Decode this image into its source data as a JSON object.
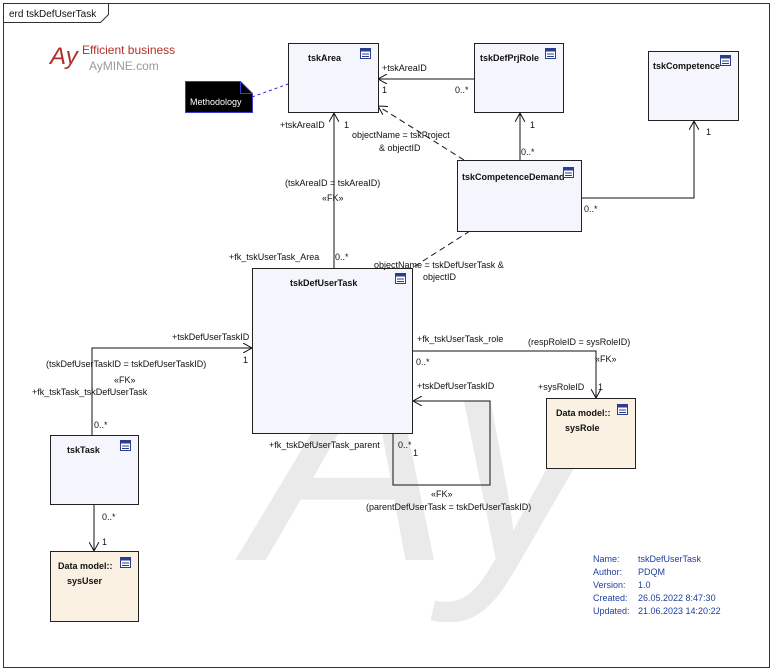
{
  "frame_title": "erd tskDefUserTask",
  "logo": {
    "mark": "Ay",
    "tagline": "Efficient business",
    "site": "AyMINE.com"
  },
  "watermark": "Ay",
  "note": {
    "label": "Methodology"
  },
  "entities": {
    "tskArea": "tskArea",
    "tskDefPrjRole": "tskDefPrjRole",
    "tskCompetence": "tskCompetence",
    "tskCompetenceDemand": "tskCompetenceDemand",
    "tskDefUserTask": "tskDefUserTask",
    "tskTask": "tskTask",
    "sysRole": {
      "line1": "Data model::",
      "line2": "sysRole"
    },
    "sysUser": {
      "line1": "Data model::",
      "line2": "sysUser"
    }
  },
  "labels": {
    "area_role_id": "+tskAreaID",
    "area_role_mult_1": "1",
    "area_role_mult_many": "0..*",
    "area_fk_role": "+tskAreaID",
    "area_fk_mult_1": "1",
    "obj_project_1": "objectName = tskProject",
    "obj_project_2": "& objectID",
    "area_cond": "(tskAreaID = tskAreaID)",
    "area_fk": "«FK»",
    "fk_area": "+fk_tskUserTask_Area",
    "fk_area_mult": "0..*",
    "prjrole_mult_1": "1",
    "prjrole_mult_many": "0..*",
    "competence_mult_1": "1",
    "competence_mult_many": "0..*",
    "obj_usertask_1": "objectName = tskDefUserTask &",
    "obj_usertask_2": "objectID",
    "task_role": "+tskDefUserTaskID",
    "task_mult_1": "1",
    "task_cond": "(tskDefUserTaskID = tskDefUserTaskID)",
    "task_fk": "«FK»",
    "fk_task": "+fk_tskTask_tskDefUserTask",
    "fk_task_mult": "0..*",
    "role_fk_role": "+fk_tskUserTask_role",
    "role_fk_mult": "0..*",
    "role_cond": "(respRoleID = sysRoleID)",
    "role_fk": "«FK»",
    "sysrole_role": "+sysRoleID",
    "sysrole_mult": "1",
    "self_role": "+tskDefUserTaskID",
    "self_fk_role": "+fk_tskDefUserTask_parent",
    "self_mult_many": "0..*",
    "self_mult_1": "1",
    "self_fk": "«FK»",
    "self_cond": "(parentDefUserTask = tskDefUserTaskID)",
    "user_mult_many": "0..*",
    "user_mult_1": "1"
  },
  "meta": {
    "rows": [
      {
        "key": "Name:",
        "value": "tskDefUserTask"
      },
      {
        "key": "Author:",
        "value": "PDQM"
      },
      {
        "key": "Version:",
        "value": "1.0"
      },
      {
        "key": "Created:",
        "value": "26.05.2022 8:47:30"
      },
      {
        "key": "Updated:",
        "value": "21.06.2023 14:20:22"
      }
    ]
  },
  "colors": {
    "entity_fill": "#f5f5fd",
    "reference_fill": "#fbf1e3",
    "note_fill": "#000000",
    "logo_red": "#b0302a",
    "meta_blue": "#1f3f9f"
  }
}
